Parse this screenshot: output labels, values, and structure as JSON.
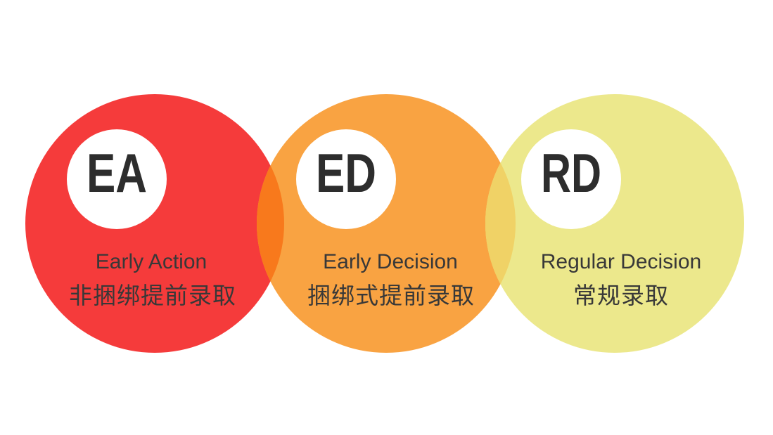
{
  "background_color": "#ffffff",
  "badge_color": "#ffffff",
  "abbr_text_color": "#2d2d2d",
  "label_text_color": "#383838",
  "circles": [
    {
      "abbr": "EA",
      "title_en": "Early Action",
      "title_zh": "非捆绑提前录取",
      "color": "#f53b3b"
    },
    {
      "abbr": "ED",
      "title_en": "Early Decision",
      "title_zh": "捆绑式提前录取",
      "color": "#f9a342"
    },
    {
      "abbr": "RD",
      "title_en": "Regular Decision",
      "title_zh": "常规录取",
      "color": "#ece88c"
    }
  ],
  "overlaps": [
    {
      "between": "EA-ED",
      "color": "#f8791c"
    },
    {
      "between": "ED-RD",
      "color": "#f0d266"
    }
  ]
}
